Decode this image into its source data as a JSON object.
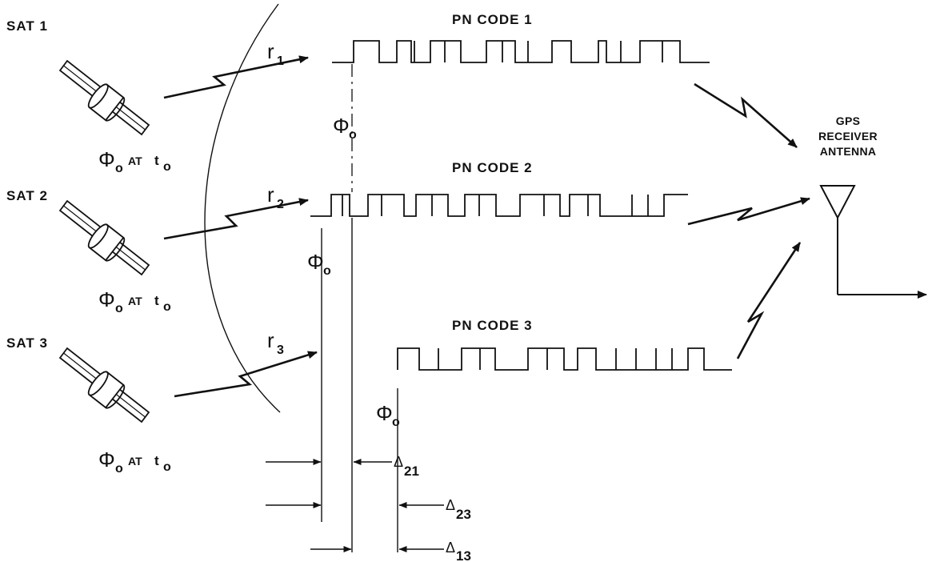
{
  "satellites": [
    {
      "label": "SAT 1",
      "phase_symbol": "Φ",
      "phase_sub": "o",
      "at": "AT",
      "time_symbol": "t",
      "time_sub": "o"
    },
    {
      "label": "SAT 2",
      "phase_symbol": "Φ",
      "phase_sub": "o",
      "at": "AT",
      "time_symbol": "t",
      "time_sub": "o"
    },
    {
      "label": "SAT 3",
      "phase_symbol": "Φ",
      "phase_sub": "o",
      "at": "AT",
      "time_symbol": "t",
      "time_sub": "o"
    }
  ],
  "ranges": [
    {
      "symbol": "r",
      "sub": "1"
    },
    {
      "symbol": "r",
      "sub": "2"
    },
    {
      "symbol": "r",
      "sub": "3"
    }
  ],
  "codes": [
    {
      "label": "PN CODE 1"
    },
    {
      "label": "PN CODE 2"
    },
    {
      "label": "PN CODE 3"
    }
  ],
  "phase_markers": [
    {
      "symbol": "Φ",
      "sub": "o"
    },
    {
      "symbol": "Φ",
      "sub": "o"
    },
    {
      "symbol": "Φ",
      "sub": "o"
    }
  ],
  "receiver": {
    "line1": "GPS",
    "line2": "RECEIVER",
    "line3": "ANTENNA"
  },
  "deltas": [
    {
      "symbol": "Δ",
      "sub": "21"
    },
    {
      "symbol": "Δ",
      "sub": "23"
    },
    {
      "symbol": "Δ",
      "sub": "13"
    }
  ]
}
